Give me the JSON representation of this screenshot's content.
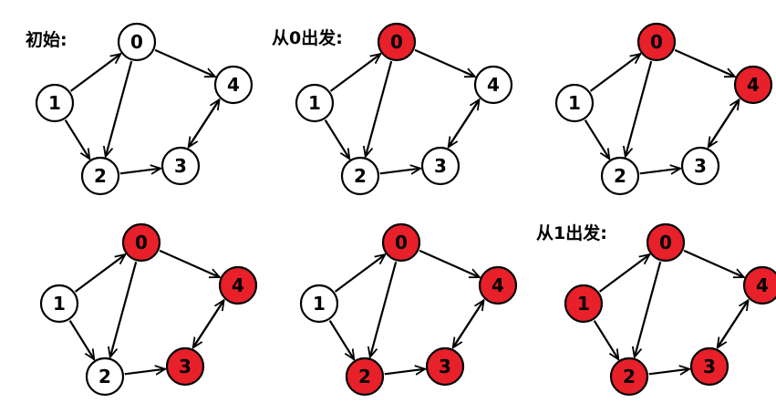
{
  "colors": {
    "visited": "#e8202a",
    "unvisited": "#ffffff",
    "stroke": "#000000"
  },
  "nodes": [
    "0",
    "1",
    "2",
    "3",
    "4"
  ],
  "edges": [
    [
      "1",
      "0"
    ],
    [
      "0",
      "4"
    ],
    [
      "0",
      "2"
    ],
    [
      "1",
      "2"
    ],
    [
      "2",
      "3"
    ],
    [
      "4",
      "3"
    ],
    [
      "3",
      "4"
    ]
  ],
  "panels": [
    {
      "label": "初始:",
      "visited": []
    },
    {
      "label": "从0出发:",
      "visited": [
        "0"
      ]
    },
    {
      "label": "",
      "visited": [
        "0",
        "4"
      ]
    },
    {
      "label": "",
      "visited": [
        "0",
        "4",
        "3"
      ]
    },
    {
      "label": "",
      "visited": [
        "0",
        "4",
        "3",
        "2"
      ]
    },
    {
      "label": "从1出发:",
      "visited": [
        "0",
        "4",
        "3",
        "2",
        "1"
      ]
    }
  ]
}
